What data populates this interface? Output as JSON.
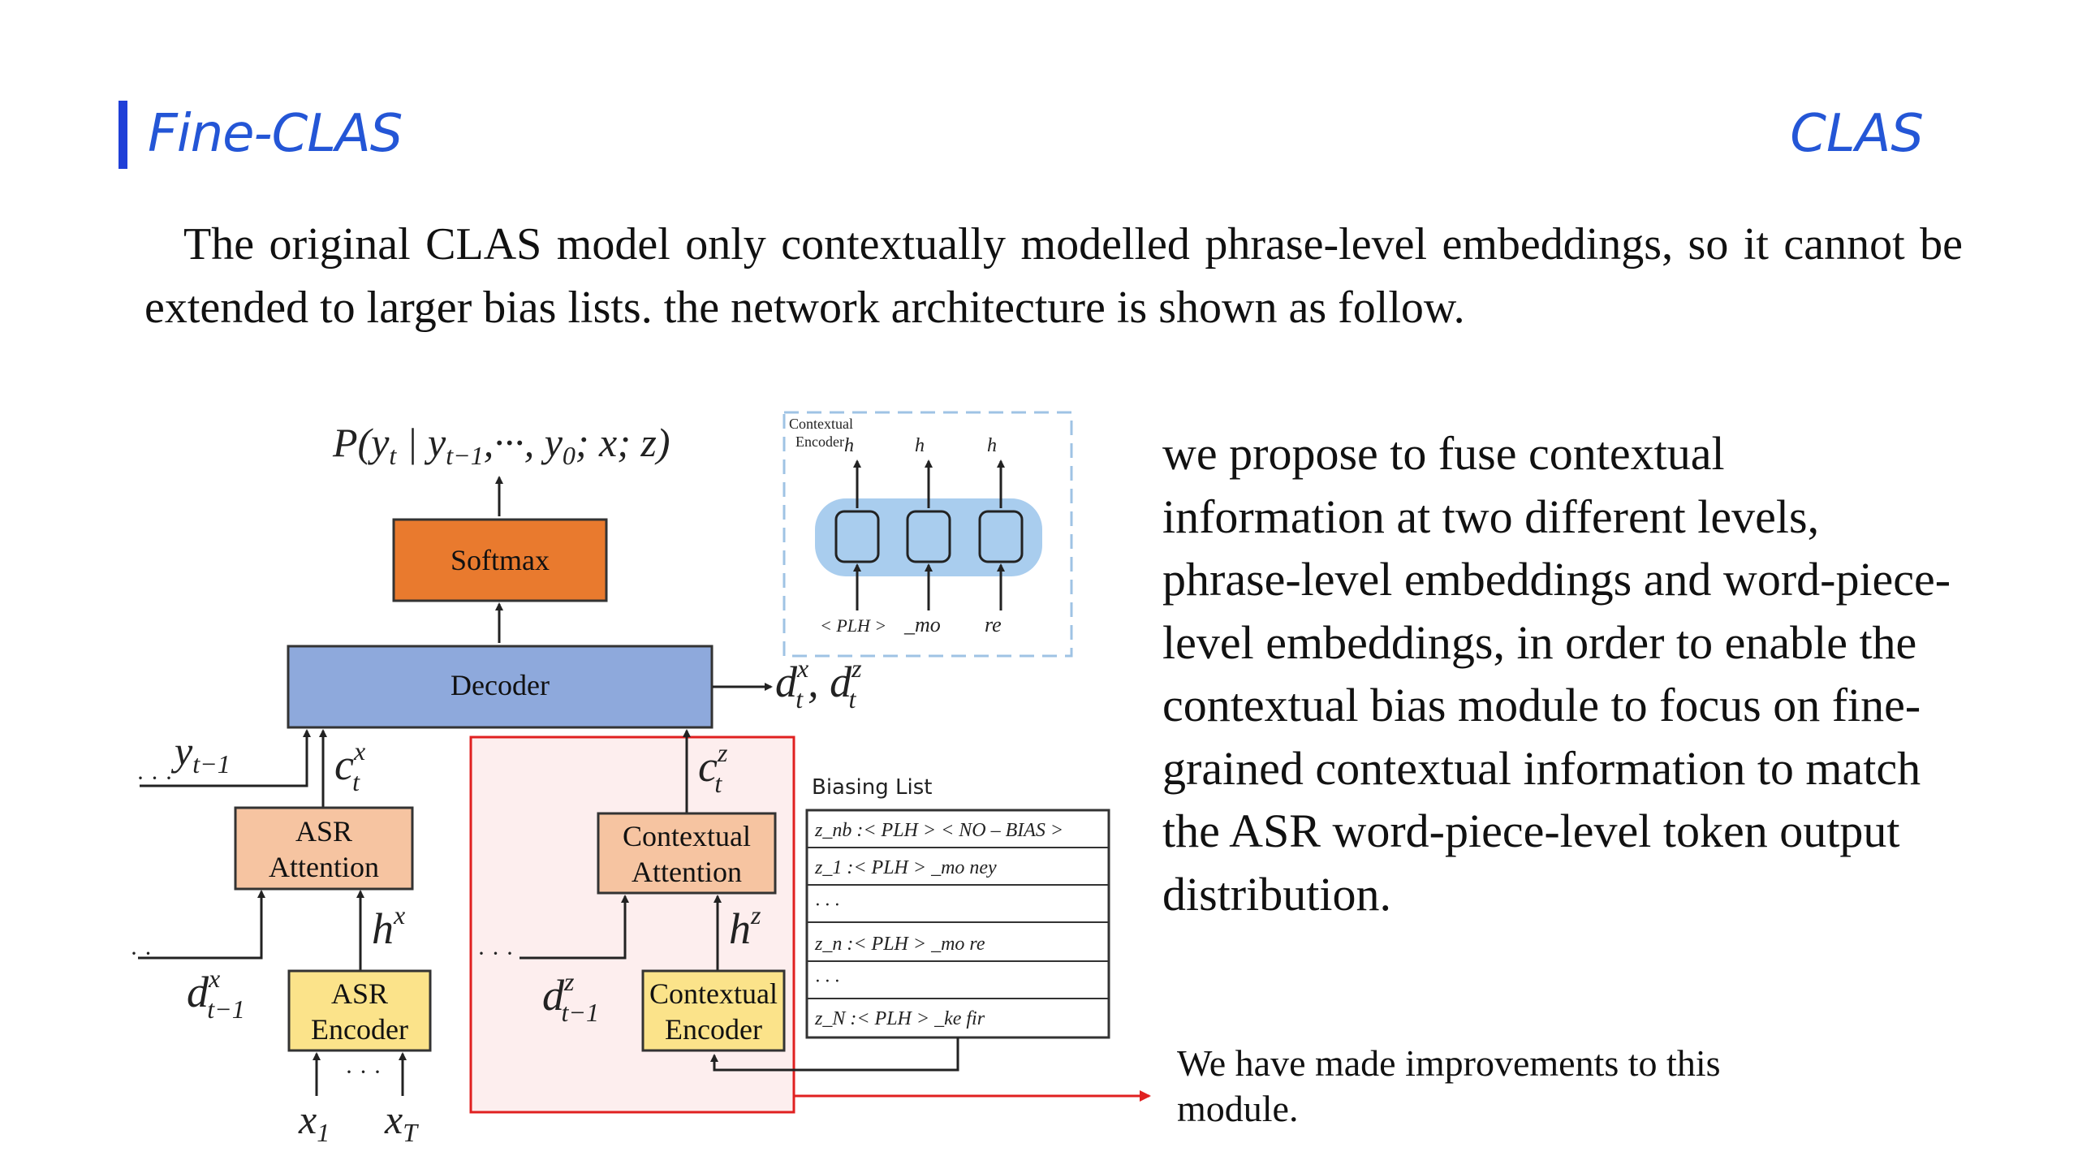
{
  "header": {
    "title": "Fine-CLAS",
    "tag": "CLAS"
  },
  "intro_text": "The original CLAS model only contextually modelled phrase-level embeddings, so it cannot be extended to larger bias lists. the network architecture is shown  as follow.",
  "description": "we propose to fuse contextual information at two different levels, phrase-level embeddings and word-piece-level embeddings, in order to enable the contextual bias module to focus on fine-grained contextual information to match the ASR word-piece-level token output distribution.",
  "improvement_note": "We have made improvements to this module.",
  "diagram": {
    "output_prob": "P(y",
    "softmax": "Softmax",
    "decoder": "Decoder",
    "asr_attention": [
      "ASR",
      "Attention"
    ],
    "asr_encoder": [
      "ASR",
      "Encoder"
    ],
    "contextual_attention": [
      "Contextual",
      "Attention"
    ],
    "contextual_encoder": [
      "Contextual",
      "Encoder"
    ],
    "biasing_list_title": "Biasing List",
    "biasing_rows": [
      "z_nb :< PLH >  < NO – BIAS >",
      "z_1 :< PLH >  _mo ney",
      "· · ·",
      "z_n :< PLH >  _mo re",
      "· · ·",
      "z_N :< PLH >  _ke fir"
    ],
    "inset": {
      "label": [
        "Contextual",
        "Encoder"
      ],
      "inputs": [
        "< PLH >",
        "_mo",
        "re"
      ]
    },
    "colors": {
      "softmax": "#e97a2e",
      "decoder": "#8ea9dc",
      "attention": "#f6c4a1",
      "encoder": "#fbe38a",
      "highlight_border": "#e02020",
      "highlight_fill": "#fdeeee",
      "inset_border": "#9fc3e4",
      "inset_fill": "#a9cdee"
    }
  }
}
